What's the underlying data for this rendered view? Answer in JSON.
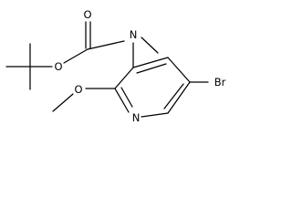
{
  "atoms": {
    "carbonyl_oxygen": "O",
    "ester_oxygen": "O",
    "amide_nitrogen": "N",
    "methoxy_oxygen": "O",
    "ring_nitrogen": "N",
    "bromine": "Br"
  }
}
